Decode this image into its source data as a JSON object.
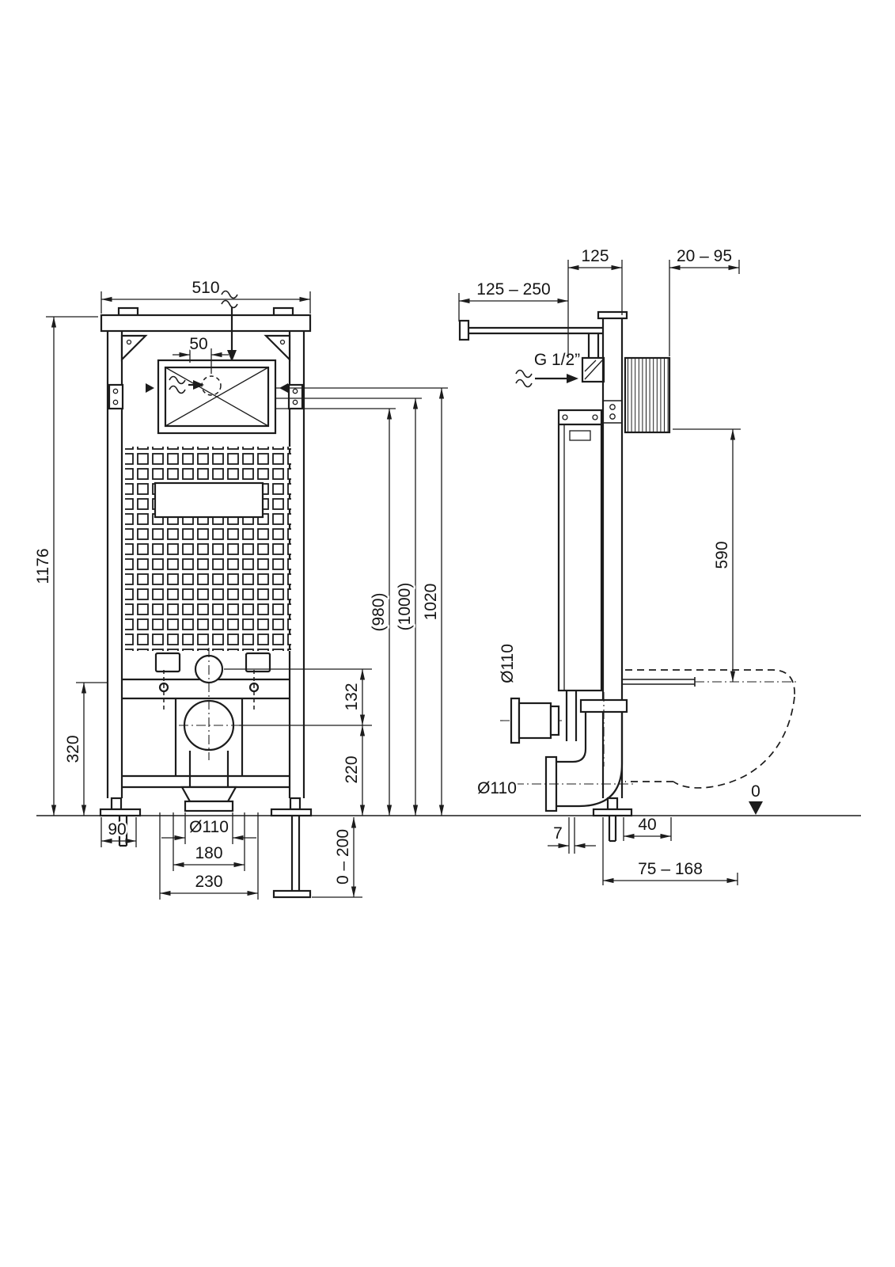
{
  "drawing": {
    "front": {
      "width_top": "510",
      "inlet_offset": "50",
      "total_height": "1176",
      "rail_height": "320",
      "edge_offset": "90",
      "outlet_dia": "Ø110",
      "bolt_spacing": "180",
      "anchor_spacing": "230",
      "flush_to_waste": "132",
      "waste_height": "220",
      "leg_extension": "0 – 200",
      "height_980": "(980)",
      "height_1000": "(1000)",
      "height_1020": "1020"
    },
    "side": {
      "frame_depth": "125",
      "plate_depth": "20 – 95",
      "supply_length": "125 – 250",
      "supply_thread": "G 1/2”",
      "bowl_connect_height": "590",
      "waste_dia_side": "Ø110",
      "waste_dia_floor": "Ø110",
      "gap_7": "7",
      "wall_gap": "40",
      "outlet_range": "75 – 168",
      "floor_level": "0"
    }
  }
}
